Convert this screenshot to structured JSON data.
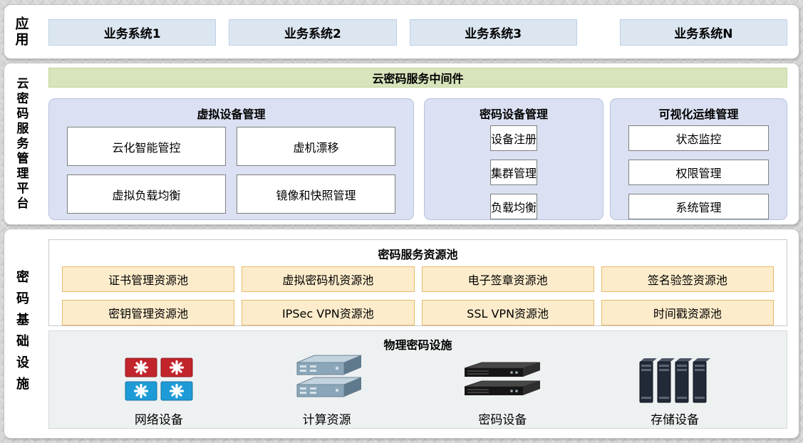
{
  "app_section": {
    "label": "应用",
    "systems": [
      "业务系统1",
      "业务系统2",
      "业务系统3",
      "业务系统N"
    ]
  },
  "platform_section": {
    "label": "云密码服务管理平台",
    "middleware_label": "云密码服务中间件",
    "virtual_panel": {
      "title": "虚拟设备管理",
      "items": [
        "云化智能管控",
        "虚机漂移",
        "虚拟负载均衡",
        "镜像和快照管理"
      ]
    },
    "device_panel": {
      "title": "密码设备管理",
      "items": [
        "设备注册",
        "集群管理",
        "负载均衡"
      ]
    },
    "ops_panel": {
      "title": "可视化运维管理",
      "items": [
        "状态监控",
        "权限管理",
        "系统管理"
      ]
    }
  },
  "infra_section": {
    "label": "密码基础设施",
    "resource_pool": {
      "title": "密码服务资源池",
      "pools": [
        "证书管理资源池",
        "虚拟密码机资源池",
        "电子签章资源池",
        "签名验签资源池",
        "密钥管理资源池",
        "IPSec VPN资源池",
        "SSL VPN资源池",
        "时间戳资源池"
      ]
    },
    "physical": {
      "title": "物理密码设施",
      "devices": [
        {
          "label": "网络设备",
          "icon": "network-device-icon"
        },
        {
          "label": "计算资源",
          "icon": "compute-server-icon"
        },
        {
          "label": "密码设备",
          "icon": "crypto-device-icon"
        },
        {
          "label": "存储设备",
          "icon": "storage-array-icon"
        }
      ]
    }
  },
  "colors": {
    "system_box_fill": "#dce6f1",
    "system_box_border": "#bcd0e6",
    "middleware_fill": "#d8e4bc",
    "middleware_border": "#c2d69a",
    "sub_panel_fill": "#dbe1f2",
    "sub_panel_border": "#b4c1e0",
    "white_box_border": "#7f7f7f",
    "pool_fill": "#fdeccb",
    "pool_border": "#e5ba69",
    "physical_panel_fill": "#eef1f2",
    "network_red": "#c2242c",
    "network_blue": "#1d9bd7"
  }
}
